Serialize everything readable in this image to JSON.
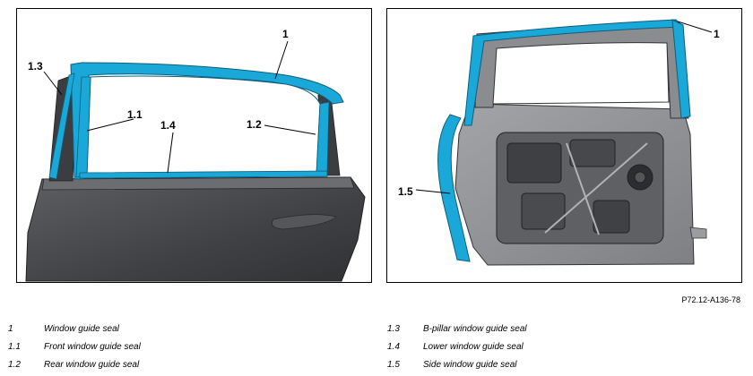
{
  "figure": {
    "reference_code": "P72.12-A136-78",
    "callouts_left": [
      "1",
      "1.1",
      "1.2",
      "1.3",
      "1.4"
    ],
    "callouts_right": [
      "1",
      "1.5"
    ]
  },
  "legend": {
    "left": [
      {
        "num": "1",
        "text": "Window guide seal"
      },
      {
        "num": "1.1",
        "text": "Front window guide seal"
      },
      {
        "num": "1.2",
        "text": "Rear window guide seal"
      }
    ],
    "right": [
      {
        "num": "1.3",
        "text": "B-pillar window guide seal"
      },
      {
        "num": "1.4",
        "text": "Lower window guide seal"
      },
      {
        "num": "1.5",
        "text": "Side window guide seal"
      }
    ]
  },
  "colors": {
    "seal": "#1aa8d8",
    "door_outer": "#4a4c4f",
    "door_inner": "#8c8e91"
  }
}
